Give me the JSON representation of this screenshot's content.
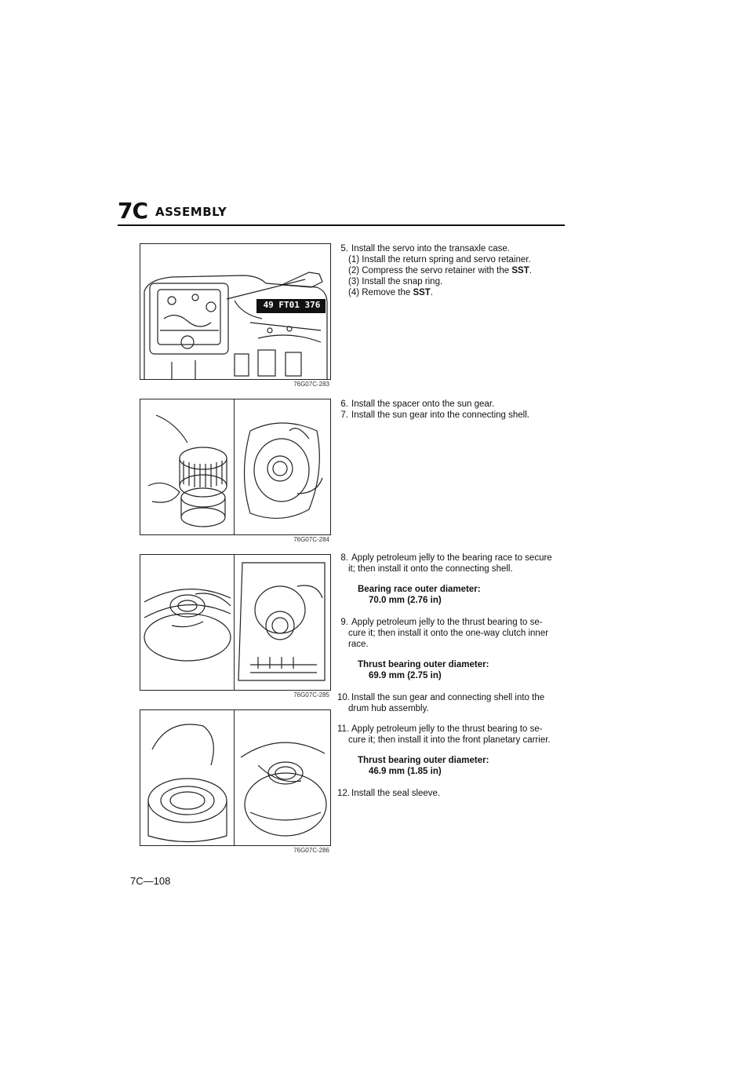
{
  "header": {
    "section_code": "7C",
    "section_title": "ASSEMBLY"
  },
  "figures": [
    {
      "id": "76G07C-283",
      "callout": "49 FT01 376"
    },
    {
      "id": "76G07C-284"
    },
    {
      "id": "76G07C-285"
    },
    {
      "id": "76G07C-286"
    }
  ],
  "steps": {
    "s5": {
      "num": "5.",
      "text": "Install the servo into the transaxle case.",
      "subs": [
        {
          "pre": "(1) Install the return spring and servo retainer.",
          "bold": "",
          "post": ""
        },
        {
          "pre": "(2) Compress the servo retainer with the ",
          "bold": "SST",
          "post": "."
        },
        {
          "pre": "(3) Install the snap ring.",
          "bold": "",
          "post": ""
        },
        {
          "pre": "(4) Remove the ",
          "bold": "SST",
          "post": "."
        }
      ]
    },
    "s6": {
      "num": "6.",
      "text": "Install the spacer onto the sun gear."
    },
    "s7": {
      "num": "7.",
      "text": "Install the sun gear into the connecting shell."
    },
    "s8": {
      "num": "8.",
      "line1": "Apply petroleum jelly to the bearing race to secure",
      "line2": "it; then install it onto the connecting shell.",
      "spec_label": "Bearing race outer diameter:",
      "spec_value": "70.0 mm (2.76 in)"
    },
    "s9": {
      "num": "9.",
      "line1": "Apply petroleum jelly to the thrust bearing to se-",
      "line2": "cure it; then install it onto the one-way clutch inner",
      "line3": "race.",
      "spec_label": "Thrust bearing outer diameter:",
      "spec_value": "69.9 mm (2.75 in)"
    },
    "s10": {
      "num": "10.",
      "line1": "Install the sun gear and connecting shell into the",
      "line2": "drum hub assembly."
    },
    "s11": {
      "num": "11.",
      "line1": "Apply petroleum jelly to the thrust bearing to se-",
      "line2": "cure it; then install it into the front planetary carrier.",
      "spec_label": "Thrust bearing outer diameter:",
      "spec_value": "46.9 mm (1.85 in)"
    },
    "s12": {
      "num": "12.",
      "text": "Install the seal sleeve."
    }
  },
  "footer": {
    "page_number": "7C—108"
  }
}
